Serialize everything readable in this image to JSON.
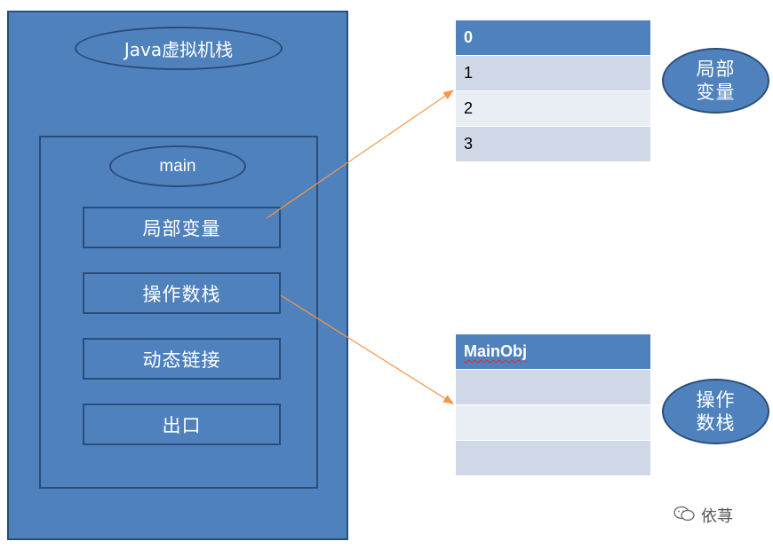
{
  "jvm_stack": {
    "title": "Java虚拟机栈",
    "frame": {
      "name": "main",
      "items": [
        "局部变量",
        "操作数栈",
        "动态链接",
        "出口"
      ]
    }
  },
  "local_vars_table": {
    "rows": [
      "0",
      "1",
      "2",
      "3"
    ],
    "label": "局部变量"
  },
  "operand_stack_table": {
    "rows": [
      "MainObj",
      "",
      "",
      ""
    ],
    "label": "操作数栈"
  },
  "watermark": {
    "text": "依荨",
    "icon": "wechat-icon"
  },
  "colors": {
    "box_fill": "#4f81bd",
    "box_border": "#2a4d79",
    "arrow": "#f79646",
    "row_odd": "#d0d8e8",
    "row_even": "#e9edf4"
  }
}
